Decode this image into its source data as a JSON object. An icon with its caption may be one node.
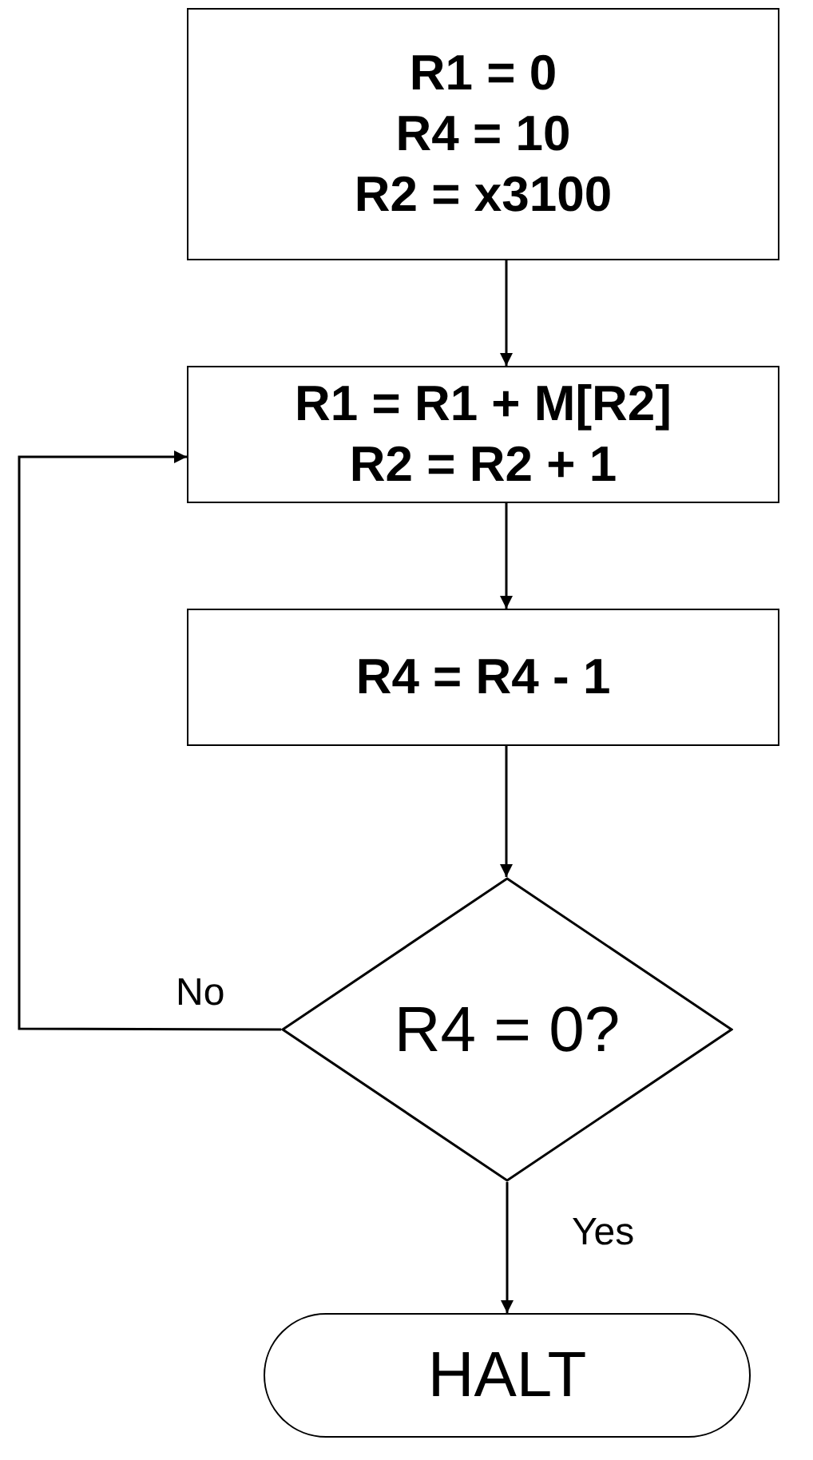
{
  "diagram": {
    "nodes": [
      {
        "text": [
          "R1 = 0",
          "R4 = 10",
          "R2 = x3100"
        ]
      },
      {
        "text": [
          "R1 = R1 + M[R2]",
          "R2 = R2 + 1"
        ]
      },
      {
        "text": [
          "R4 = R4 - 1"
        ]
      },
      {
        "text": [
          "R4 = 0?"
        ]
      },
      {
        "text": [
          "HALT"
        ]
      }
    ],
    "edges": [
      {
        "from": 0,
        "to": 1,
        "arrow": "to"
      },
      {
        "from": 1,
        "to": 2,
        "arrow": "to"
      },
      {
        "from": 2,
        "to": 3,
        "arrow": "to"
      },
      {
        "from": 3,
        "to": 1,
        "arrow": "to",
        "label": "No"
      },
      {
        "from": 3,
        "to": 4,
        "arrow": "to",
        "label": "Yes"
      }
    ]
  }
}
